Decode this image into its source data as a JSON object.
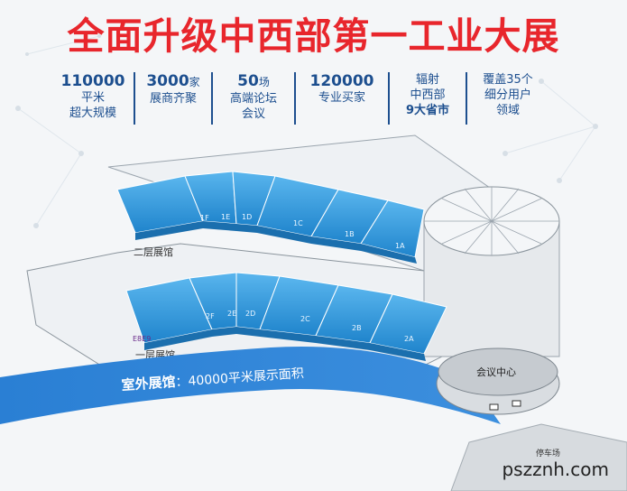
{
  "title": "全面升级中西部第一工业大展",
  "stats": [
    {
      "big": "110000",
      "unit": "",
      "line1": "平米",
      "line2": "超大规模"
    },
    {
      "big": "3000",
      "unit": "家",
      "line1": "展商齐聚",
      "line2": ""
    },
    {
      "big": "50",
      "unit": "场",
      "line1": "高端论坛",
      "line2": "会议"
    },
    {
      "big": "120000",
      "unit": "",
      "line1": "专业买家",
      "line2": ""
    },
    {
      "big": "",
      "unit": "",
      "line1": "辐射",
      "line2": "中西部",
      "line3": "9大省市"
    },
    {
      "big": "",
      "unit": "",
      "line1": "覆盖35个",
      "line2": "细分用户",
      "line3": "领域"
    }
  ],
  "floor2": {
    "label": "二层展馆",
    "halls": [
      "1F",
      "1E",
      "1D",
      "1C",
      "1B",
      "1A"
    ]
  },
  "floor1": {
    "label": "一层展馆",
    "halls": [
      "2F",
      "2E",
      "2D",
      "2C",
      "2B",
      "2A"
    ]
  },
  "outdoor": {
    "label": "室外展馆",
    "detail": "：40000平米展示面积"
  },
  "conference": "会议中心",
  "parking": "停车场",
  "side_label": "E8E9",
  "watermark": "pszznh.com",
  "colors": {
    "title": "#e8262c",
    "stat_text": "#1d4f8f",
    "hall": "#2f97d9",
    "river": "#2e7fd0"
  }
}
